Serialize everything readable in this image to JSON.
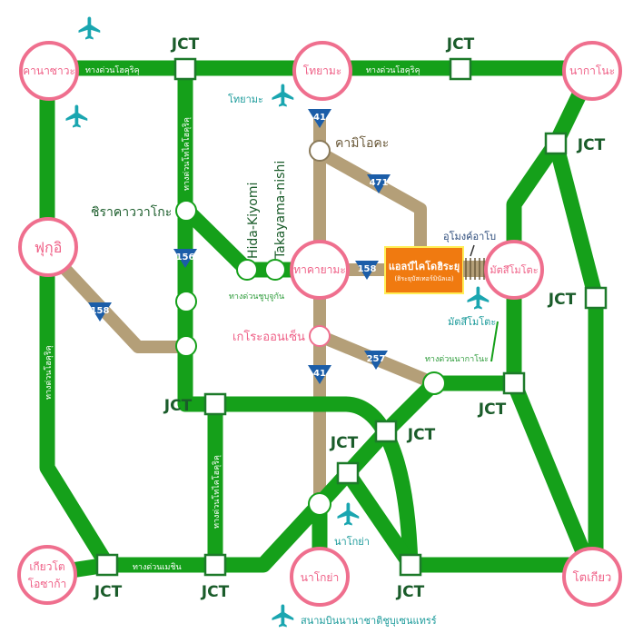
{
  "cities": {
    "kanazawa": "คานาซาวะ",
    "toyama": "โทยามะ",
    "nagano": "นากาโนะ",
    "fukui": "ฟุกุอิ",
    "takayama": "ทาคายามะ",
    "matsumoto": "มัตสึโมโตะ",
    "nagoya": "นาโกย่า",
    "tokyo": "โตเกียว",
    "kyoto_osaka": [
      "เกียวโต",
      "โอซาก้า"
    ]
  },
  "jct_label": "JCT",
  "roads": {
    "hokuriku_west": "ทางด่วนโฮคุริคุ",
    "hokuriku_east": "ทางด่วนโฮคุริคุ",
    "tokai_hokuriku_north": "ทางด่วนโทไคโฮคุริคุ",
    "tokai_hokuriku_south": "ทางด่วนโทไคโฮคุริคุ",
    "hokuriku_vertical": "ทางด่วนโฮคุริคุ",
    "chubu_jukan": "ทางด่วนชูบุจูกัน",
    "nagano_exp": "ทางด่วนนากาโนะ",
    "meishin": "ทางด่วนเมชิน"
  },
  "interchanges": {
    "kamioka": "คามิโอคะ",
    "shirakawago": "ชิราคาววาโกะ",
    "hida_kiyomi": "Hida-Kiyomi",
    "takayama_nishi": "Takayama-nishi",
    "gero_onsen": "เกโระออนเซ็น",
    "abo_tunnel": "อุโมงค์อาโบ"
  },
  "routes": {
    "r41_north": "41",
    "r471": "471",
    "r156": "156",
    "r158_east": "158",
    "r158_west": "158",
    "r41_south": "41",
    "r257": "257"
  },
  "highlight": {
    "title": "แอลป์ไคโดฮิระยุ",
    "subtitle": "(ฮิระยุบัสเทอร์มินัลเอ)"
  },
  "airports": {
    "toyama": "โทยามะ",
    "matsumoto": "มัตสึโมโตะ",
    "nagoya": "นาโกย่า",
    "chubu": "สนามบินนานาชาติชูบุเซนแทรร์"
  }
}
